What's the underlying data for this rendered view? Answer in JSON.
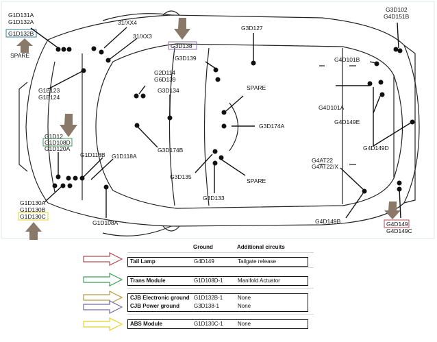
{
  "labels": {
    "g1d131a": "G1D131A",
    "g1d132a": "G1D132A",
    "g1d132b": "G1D132B",
    "spare_left": "SPARE",
    "x31xx4": "31/XX4",
    "x31xx3": "31/XX3",
    "g3d138": "G3D138",
    "g3d139": "G3D139",
    "g3d127": "G3D127",
    "g3d102": "G3D102",
    "g4d151b": "G4D151B",
    "g4d101b": "G4D101B",
    "g2d114": "G2D114",
    "g6d139": "G6D139",
    "g3d134": "G3D134",
    "spare_center": "SPARE",
    "g3d174a": "G3D174A",
    "g4d101a": "G4D101A",
    "g4d149e": "G4D149E",
    "g1e123": "G1E123",
    "g1e124": "G1E124",
    "g1d12": "G1D12",
    "g1d108d": "G1D108D",
    "g1d120a": "G1D120A",
    "g1d118b": "G1D118B",
    "g1d118a": "G1D118A",
    "g3d174b": "G3D174B",
    "g4d149d": "G4D149D",
    "g4at22": "G4AT22",
    "g4at22x": "G4AT22/X",
    "g3d135": "G3D135",
    "spare_bottom": "SPARE",
    "g3d133": "G3D133",
    "g1d130a": "G1D130A",
    "g1d130b": "G1D130B",
    "g1d130c": "G1D130C",
    "g1d108a": "G1D108A",
    "g4d149b": "G4D149B",
    "g4d149": "G4D149",
    "g4d149c": "G4D149C"
  },
  "table": {
    "headers": {
      "ground": "Ground",
      "additional": "Additional circuits"
    },
    "rows": [
      {
        "name": "Tail Lamp",
        "ground": "G4D149",
        "additional": "Tailgate release"
      },
      {
        "name": "Trans Module",
        "ground": "G1D108D-1",
        "additional": "Manifold Actuator"
      },
      {
        "name": "CJB Electronic ground",
        "ground": "G1D132B-1",
        "additional": "None"
      },
      {
        "name": "CJB Power ground",
        "ground": "G3D138-1",
        "additional": "None"
      },
      {
        "name": "ABS Module",
        "ground": "G1D130C-1",
        "additional": "None"
      }
    ]
  },
  "colors": {
    "tail_lamp": "#b24a52",
    "trans_module": "#3f9a5a",
    "cjb_electronic": "#b59a3c",
    "cjb_power": "#6f6aa8",
    "abs_module": "#e7d84e",
    "pointer_arrow": "#8a7868",
    "highlight_blue": "#2f7f9f",
    "highlight_purple": "#8a6fa6",
    "highlight_red": "#b24a52",
    "highlight_green": "#3f9a5a",
    "highlight_yellow": "#e7d84e"
  }
}
